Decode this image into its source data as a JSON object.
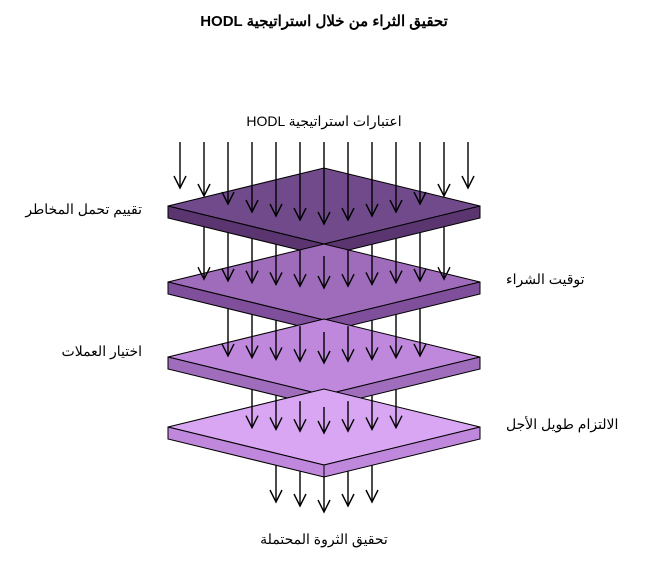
{
  "title": "HODL تحقيق الثراء من خلال استراتيجية",
  "input_label": "HODL اعتبارات استراتيجية",
  "output_label": "تحقيق الثروة المحتملة",
  "layers": [
    {
      "label": "تقييم تحمل المخاطر",
      "side": "left",
      "top_color": "#714a8c",
      "side_color": "#5a3570"
    },
    {
      "label": "توقيت الشراء",
      "side": "right",
      "top_color": "#9e6cba",
      "side_color": "#7f4f9b"
    },
    {
      "label": "اختيار العملات",
      "side": "left",
      "top_color": "#bf88dc",
      "side_color": "#a06dbd"
    },
    {
      "label": "الالتزام طويل الأجل",
      "side": "right",
      "top_color": "#d9a6f3",
      "side_color": "#c088dc"
    }
  ],
  "colors": {
    "stroke": "#000000",
    "arrow": "#000000",
    "background": "#ffffff"
  }
}
